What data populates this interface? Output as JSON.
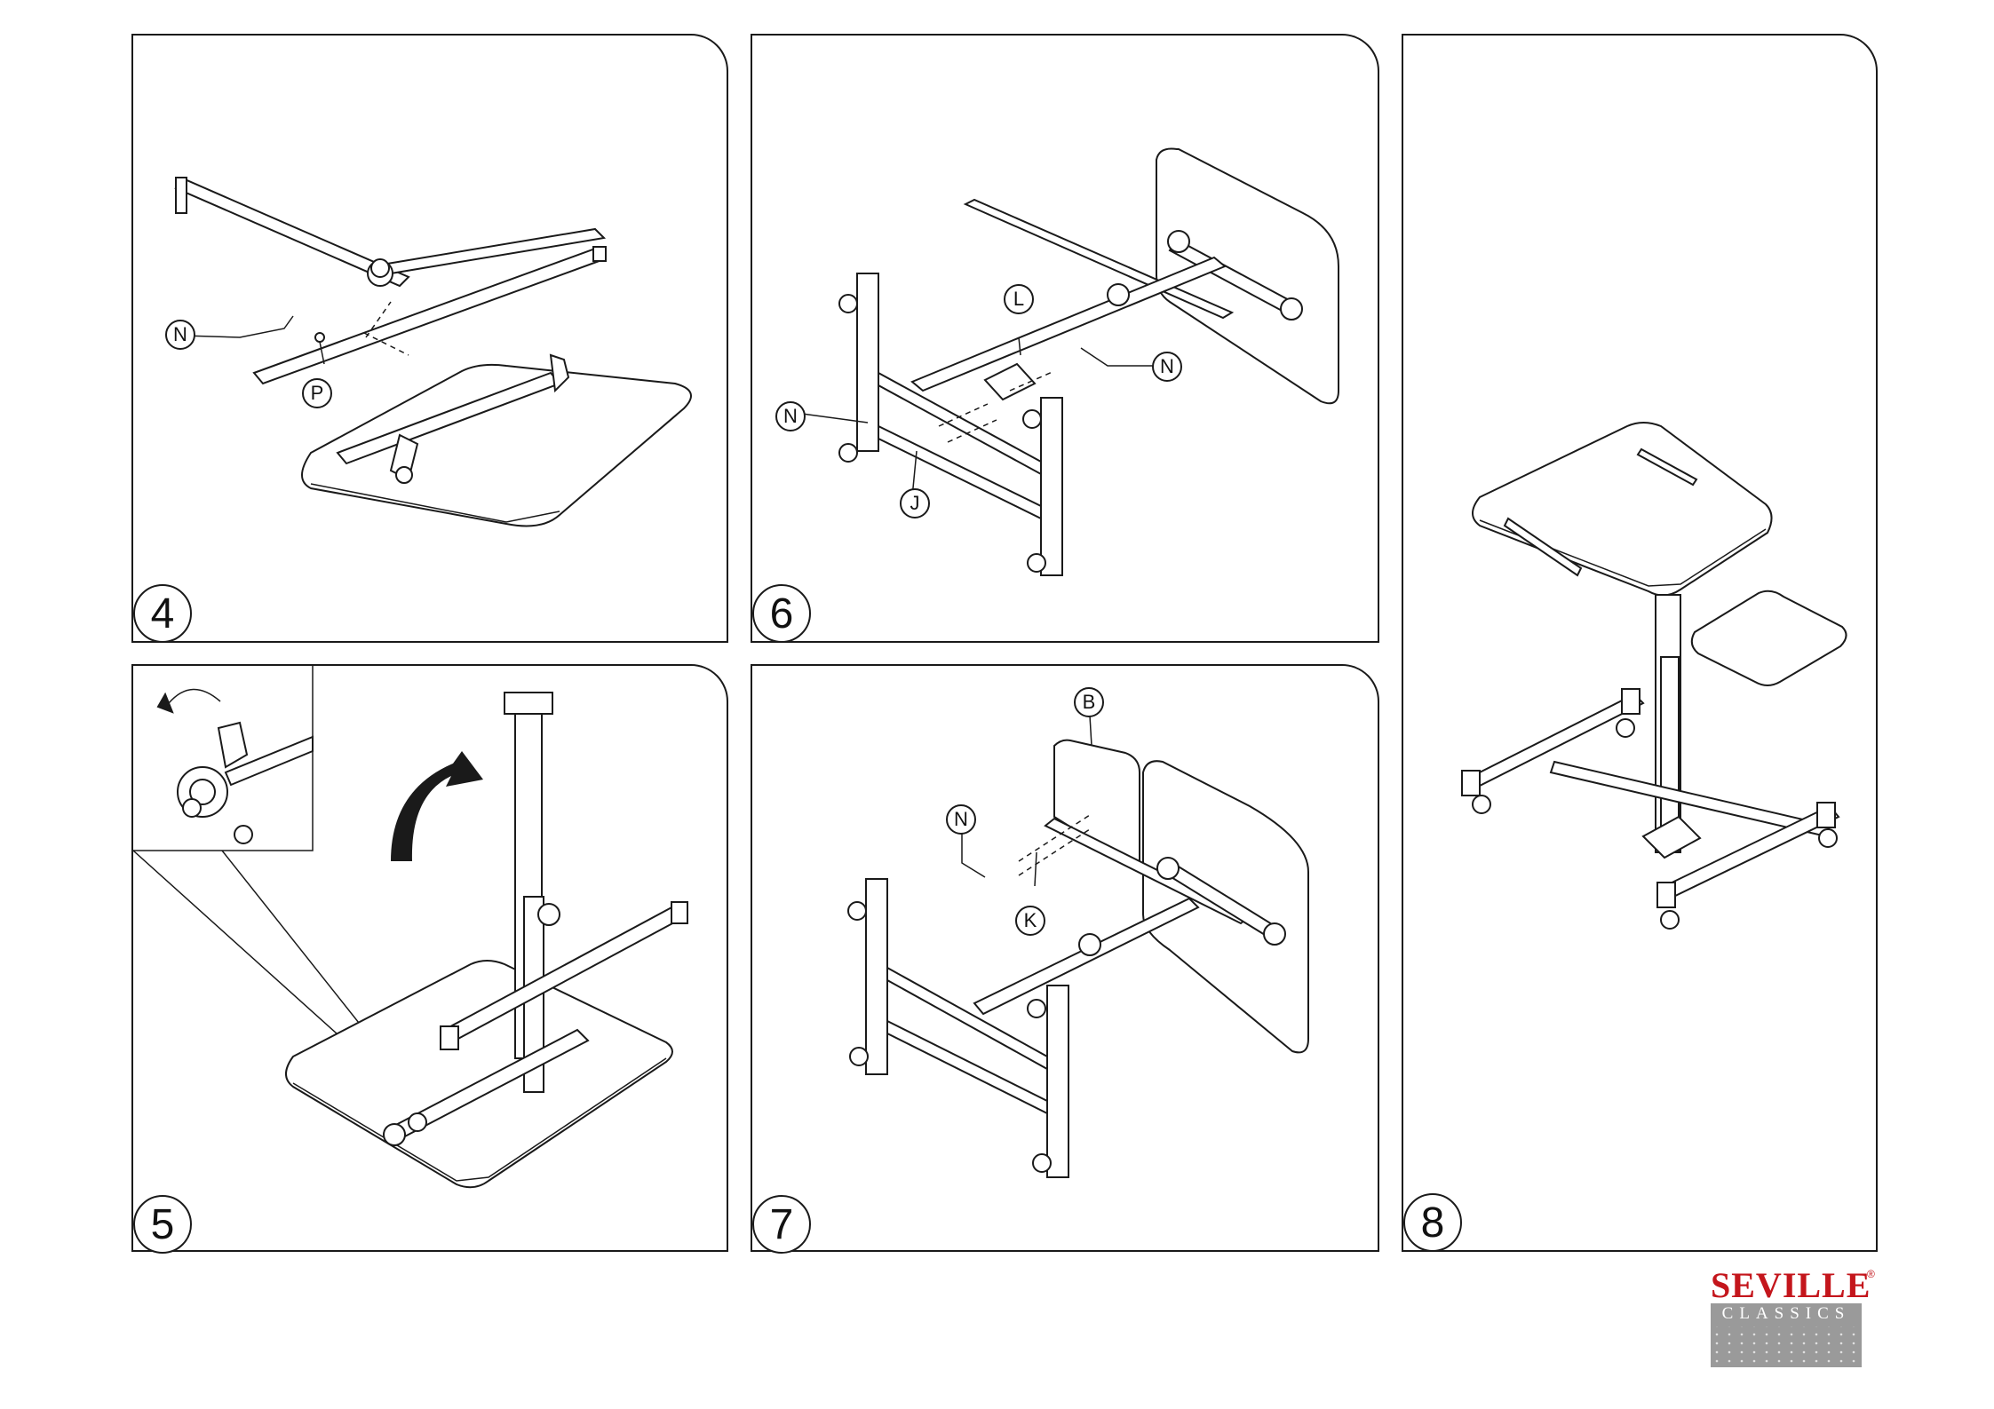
{
  "panels": [
    {
      "id": "step-4",
      "step": "4",
      "callouts": [
        "N",
        "P"
      ]
    },
    {
      "id": "step-5",
      "step": "5",
      "callouts": []
    },
    {
      "id": "step-6",
      "step": "6",
      "callouts": [
        "L",
        "N",
        "N",
        "J"
      ]
    },
    {
      "id": "step-7",
      "step": "7",
      "callouts": [
        "B",
        "N",
        "K"
      ]
    },
    {
      "id": "step-8",
      "step": "8",
      "callouts": []
    }
  ],
  "brand": {
    "name": "SEVILLE",
    "registered": "®",
    "sub": "CLASSICS",
    "color": "#c4161c",
    "box_color": "#9a9a9a"
  }
}
